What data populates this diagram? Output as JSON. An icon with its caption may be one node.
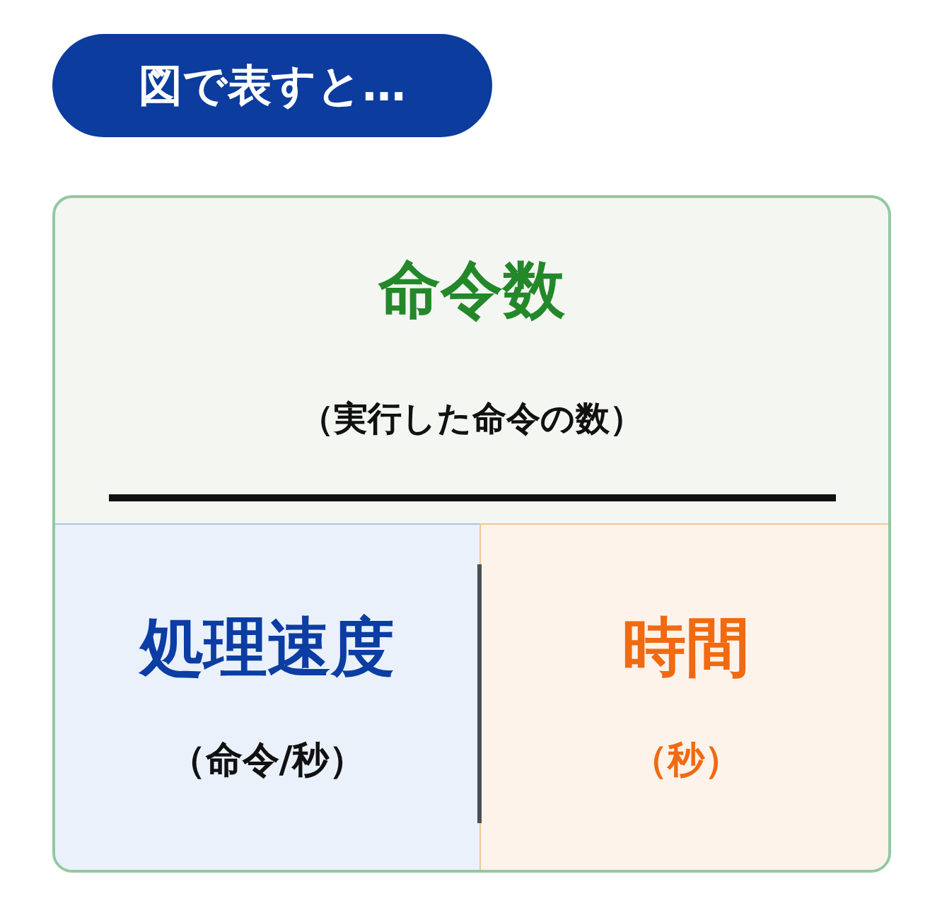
{
  "diagram": {
    "nodes": [
      {
        "text": [
          "図で表すと…"
        ]
      },
      {
        "text": [
          "命令数",
          "（実行した命令の数）"
        ]
      },
      {
        "text": [
          "処理速度",
          "（命令/秒）"
        ],
        "in": 1
      },
      {
        "text": [
          "時間",
          "（秒）"
        ],
        "in": 1
      }
    ]
  }
}
